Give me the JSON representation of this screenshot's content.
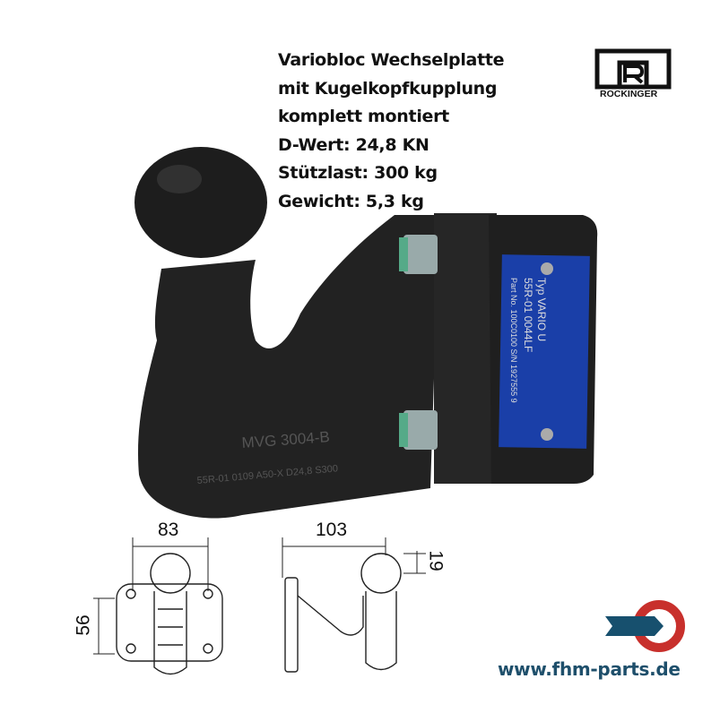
{
  "product": {
    "lines": [
      "Variobloc Wechselplatte",
      "mit Kugelkopfkupplung",
      "komplett montiert",
      "D-Wert:  24,8 KN",
      "Stützlast: 300 kg",
      "Gewicht:  5,3 kg"
    ]
  },
  "brand_logo": {
    "name": "ROCKINGER",
    "icon": "rockinger-r-logo"
  },
  "photo": {
    "casting_marks": [
      "MVG 3004-B",
      "55R-01 0109 A50-X D24,8 S300"
    ],
    "label_text": [
      "Typ VARIO U",
      "55R-01 0044LF",
      "Part No. 100C0100 S/N 1927555 9"
    ],
    "label_color": "#1a3fa8"
  },
  "drawing": {
    "dimensions": {
      "width_front": "83",
      "length_side": "103",
      "ball_height": "19",
      "hole_spacing": "56"
    }
  },
  "shop_logo": {
    "url": "www.fhm-parts.de",
    "arrow_color": "#17506e",
    "ring_color": "#c8302c"
  }
}
